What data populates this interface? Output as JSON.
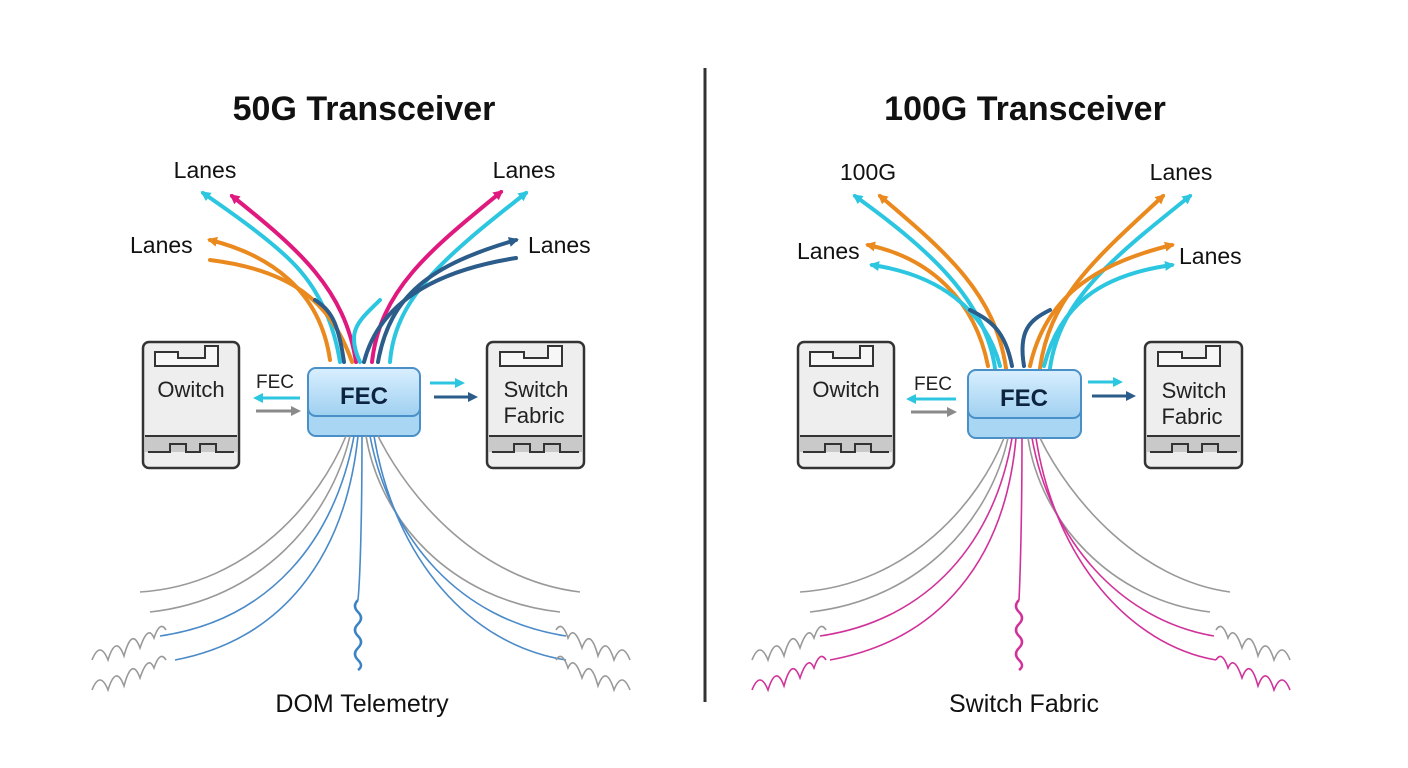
{
  "panels": [
    {
      "title": "50G Transceiver",
      "label_top_left": "Lanes",
      "label_top_right": "Lanes",
      "label_mid_left": "Lanes",
      "label_mid_right": "Lanes",
      "left_box_label": "Owitch",
      "fec_small_label": "FEC",
      "fec_block_label": "FEC",
      "right_box_label_line1": "Switch",
      "right_box_label_line2": "Fabric",
      "footer_label": "DOM Telemetry",
      "wave_color": "#3a82c4"
    },
    {
      "title": "100G Transceiver",
      "label_top_left": "100G",
      "label_top_right": "Lanes",
      "label_mid_left": "Lanes",
      "label_mid_right": "Lanes",
      "left_box_label": "Owitch",
      "fec_small_label": "FEC",
      "fec_block_label": "FEC",
      "right_box_label_line1": "Switch",
      "right_box_label_line2": "Fabric",
      "footer_label": "Switch Fabric",
      "wave_color": "#d0329a"
    }
  ],
  "colors": {
    "cyan": "#2cc6e0",
    "magenta": "#e0197f",
    "orange": "#ea8a1e",
    "navy": "#2b5c8a",
    "gray": "#8a8a8a",
    "fec_fill": "#bfe0f7",
    "divider": "#333333"
  }
}
